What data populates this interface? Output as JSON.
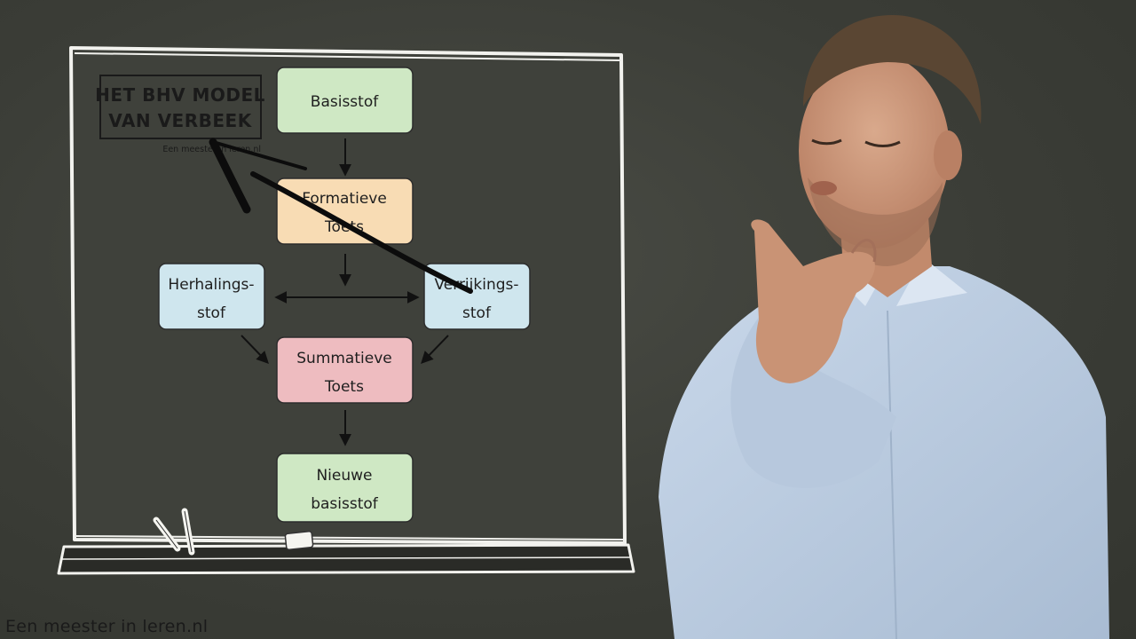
{
  "board": {
    "title_lines": [
      "HET BHV MODEL",
      "VAN VERBEEK"
    ],
    "subtitle": "Een meester in leren.nl"
  },
  "nodes": {
    "basisstof": {
      "lines": [
        "Basisstof"
      ],
      "color": "#cfe8c4"
    },
    "formatieve": {
      "lines": [
        "Formatieve",
        "Toets"
      ],
      "color": "#f8dcb4"
    },
    "herhaling": {
      "lines": [
        "Herhalings-",
        "stof"
      ],
      "color": "#cfe6ee"
    },
    "verrijking": {
      "lines": [
        "Verrijkings-",
        "stof"
      ],
      "color": "#cfe6ee"
    },
    "summatieve": {
      "lines": [
        "Summatieve",
        "Toets"
      ],
      "color": "#eebcc0"
    },
    "nieuwe": {
      "lines": [
        "Nieuwe",
        "basisstof"
      ],
      "color": "#cfe8c4"
    }
  },
  "watermark": "Een meester in leren.nl"
}
